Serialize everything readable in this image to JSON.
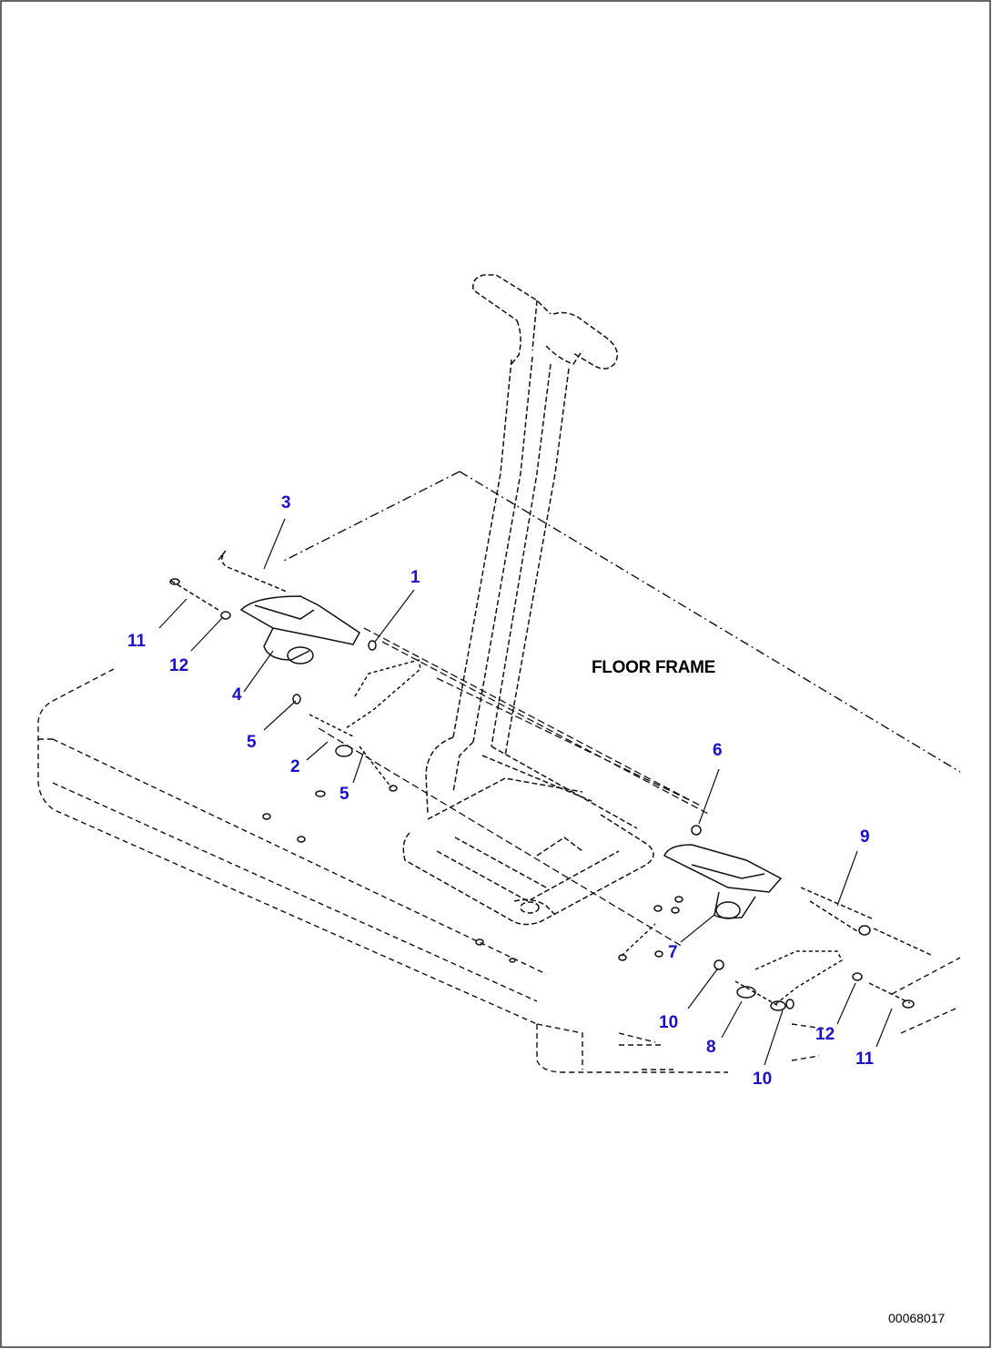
{
  "colors": {
    "line": "#111111",
    "callout": "#1a10cc",
    "background": "#ffffff"
  },
  "area_label": "FLOOR FRAME",
  "drawing_id": "00068017",
  "callouts": [
    {
      "id": "c-3",
      "label": "3"
    },
    {
      "id": "c-1",
      "label": "1"
    },
    {
      "id": "c-11a",
      "label": "11"
    },
    {
      "id": "c-12a",
      "label": "12"
    },
    {
      "id": "c-4",
      "label": "4"
    },
    {
      "id": "c-5a",
      "label": "5"
    },
    {
      "id": "c-2",
      "label": "2"
    },
    {
      "id": "c-5b",
      "label": "5"
    },
    {
      "id": "c-6",
      "label": "6"
    },
    {
      "id": "c-9",
      "label": "9"
    },
    {
      "id": "c-7",
      "label": "7"
    },
    {
      "id": "c-10a",
      "label": "10"
    },
    {
      "id": "c-8",
      "label": "8"
    },
    {
      "id": "c-12b",
      "label": "12"
    },
    {
      "id": "c-11b",
      "label": "11"
    },
    {
      "id": "c-10b",
      "label": "10"
    }
  ]
}
